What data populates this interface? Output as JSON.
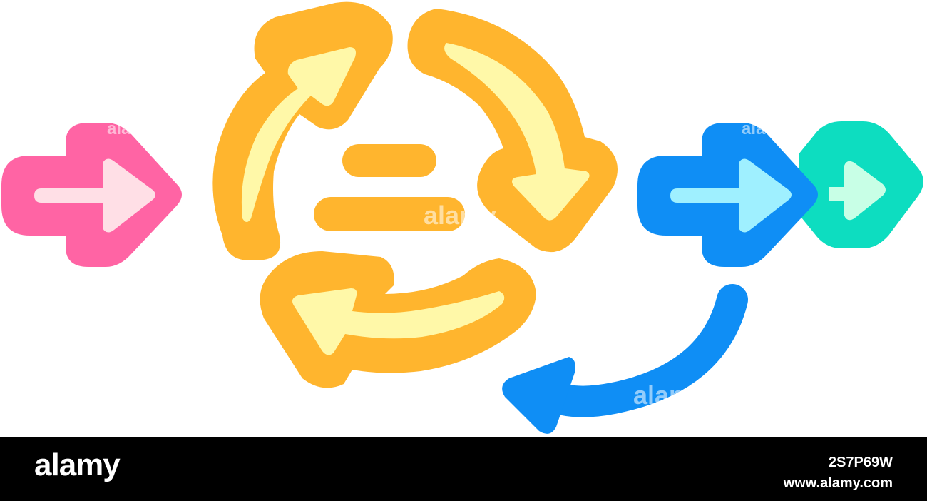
{
  "watermark": {
    "brand": "alamy",
    "image_id": "2S7P69W",
    "url": "www.alamy.com",
    "overlay_text": "alamy"
  },
  "icons": [
    {
      "name": "input-arrow-icon",
      "color": "#ff64a4",
      "inner": "#ffdfe6"
    },
    {
      "name": "cycle-top-left-arrow-icon",
      "color": "#ffb52e",
      "inner": "#fff8a8"
    },
    {
      "name": "cycle-top-right-arrow-icon",
      "color": "#ffb52e",
      "inner": "#fff8a8"
    },
    {
      "name": "cycle-bottom-arrow-icon",
      "color": "#ffb52e",
      "inner": "#fff8a8"
    },
    {
      "name": "equals-icon",
      "color": "#ffb52e"
    },
    {
      "name": "output-arrow-icon",
      "color": "#0f8ef5",
      "inner": "#9ff0ff"
    },
    {
      "name": "duplicate-arrow-icon",
      "color": "#0dddc0",
      "inner": "#c8ffe6"
    },
    {
      "name": "return-curve-arrow-icon",
      "color": "#0f8ef5"
    }
  ]
}
